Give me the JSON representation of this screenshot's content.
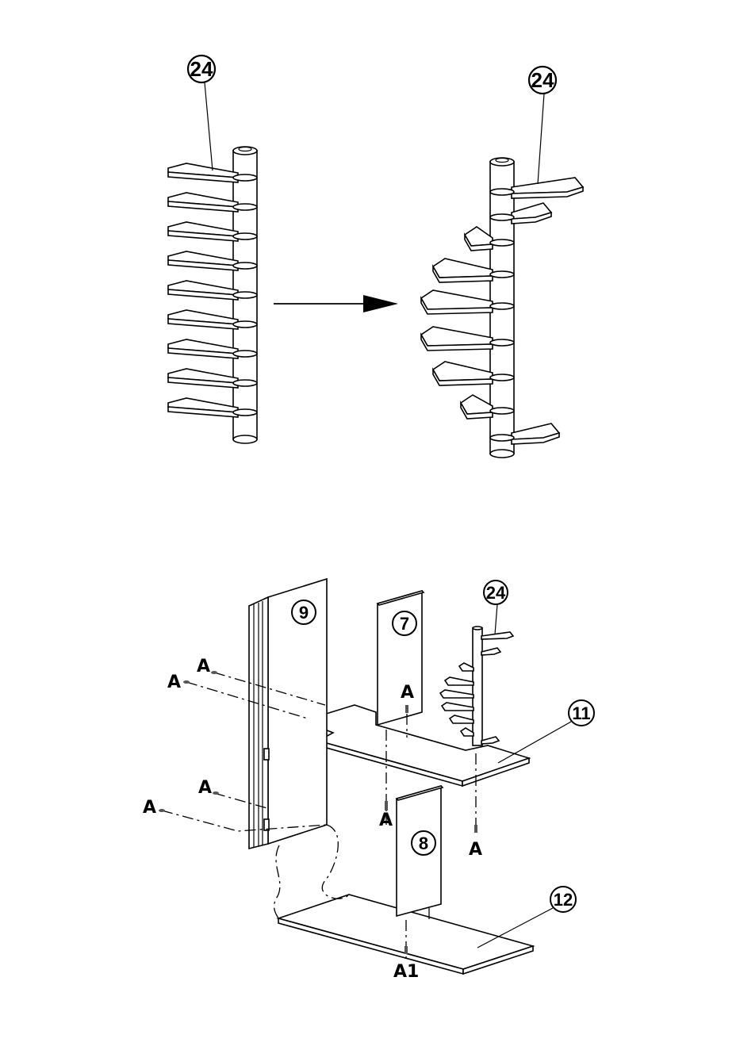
{
  "callouts": {
    "fold_before": "24",
    "fold_after": "24",
    "stair_assembly": "24",
    "panel_9": "9",
    "panel_7": "7",
    "panel_8": "8",
    "shelf_11": "11",
    "shelf_12": "12"
  },
  "fasteners": {
    "label": "A",
    "label_bottom": "A1"
  },
  "colors": {
    "line": "#000000",
    "background": "#ffffff"
  }
}
